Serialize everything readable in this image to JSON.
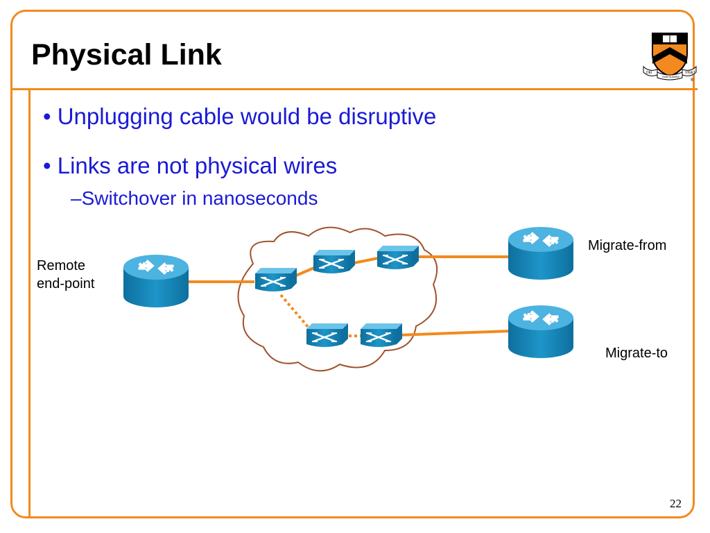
{
  "slide": {
    "title": "Physical Link",
    "bullets": [
      "• Unplugging cable would be disruptive",
      "• Links are not physical wires"
    ],
    "sub_bullet": "–Switchover in nanoseconds",
    "page_number": "22"
  },
  "diagram": {
    "remote_label_line1": "Remote",
    "remote_label_line2": "end-point",
    "migrate_from_label": "Migrate-from",
    "migrate_to_label": "Migrate-to"
  },
  "logo": {
    "motto_left": "DEI",
    "motto_center": "SUB NUMINE",
    "motto_right": "VIGET",
    "registered_mark": "®"
  },
  "colors": {
    "accent": "#f28a1f",
    "bullet_text": "#1a1ad6",
    "router_blue": "#1a8ac0",
    "cloud_stroke": "#a0522d"
  }
}
